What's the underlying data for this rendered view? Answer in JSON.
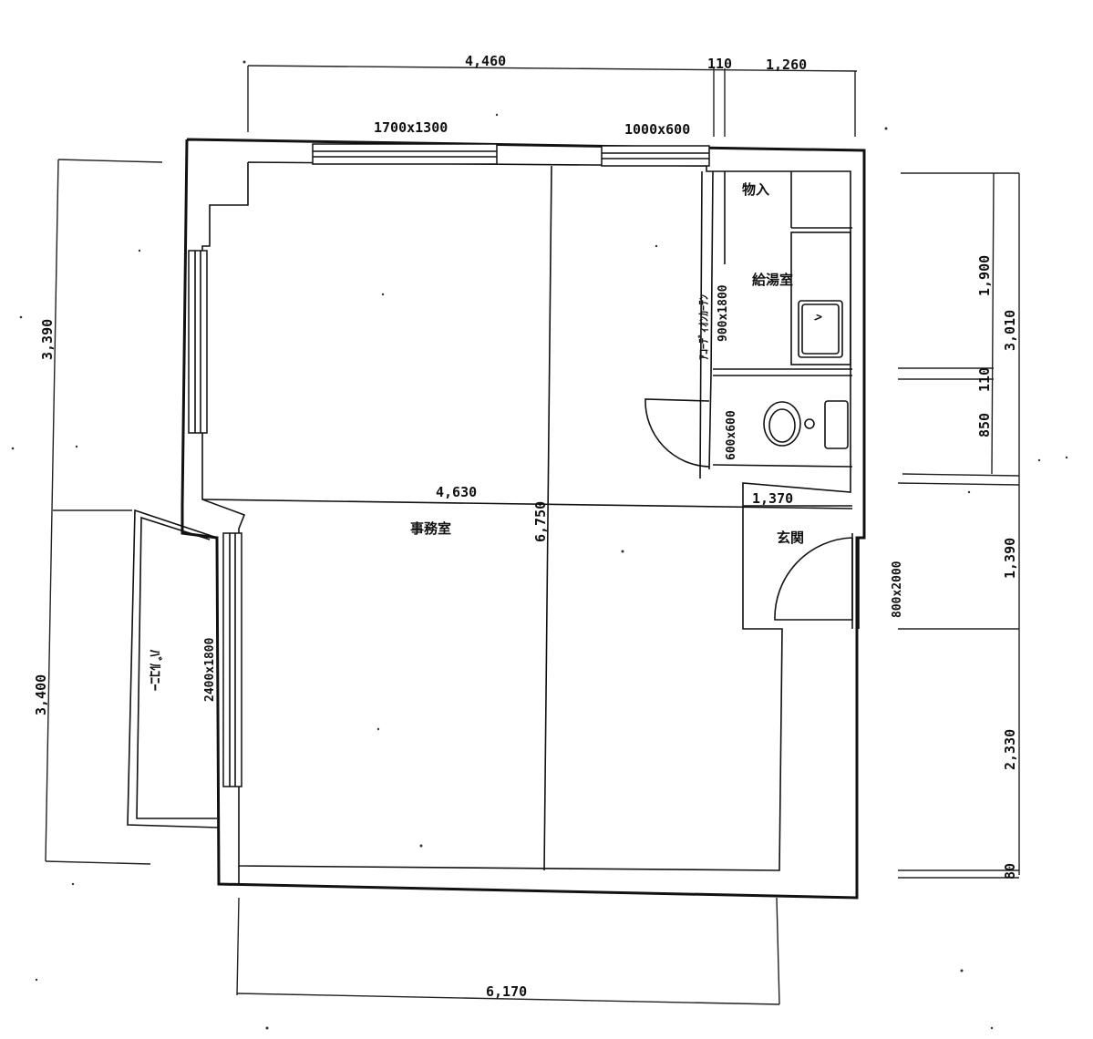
{
  "floor_plan": {
    "rooms": {
      "office": "事務室",
      "kitchen": "給湯室",
      "storage": "物入",
      "entrance": "玄関",
      "balcony": "ﾊﾞﾙｺﾆｰ",
      "curtain": "ｱｺｰﾃﾞｨｵﾝｶｰﾃﾝ"
    },
    "fixtures": {
      "window_top_left": "1700x1300",
      "window_top_right": "1000x600",
      "curtain_size": "900x1800",
      "toilet_door": "600x600",
      "entrance_door": "800x2000",
      "balcony_window": "2400x1800",
      "sink_mark": "ﾍ"
    },
    "dimensions": {
      "top_main": "4,460",
      "top_small": "110",
      "top_right": "1,260",
      "left_upper": "3,390",
      "left_lower": "3,400",
      "right_upper_1": "1,900",
      "right_upper_2": "3,010",
      "right_mid_small": "110",
      "right_mid": "850",
      "right_lower_1": "1,390",
      "right_lower_2": "2,330",
      "right_bottom_small": "80",
      "inner_width": "4,630",
      "inner_height": "6,750",
      "entrance_width": "1,370",
      "bottom_main": "6,170"
    }
  }
}
